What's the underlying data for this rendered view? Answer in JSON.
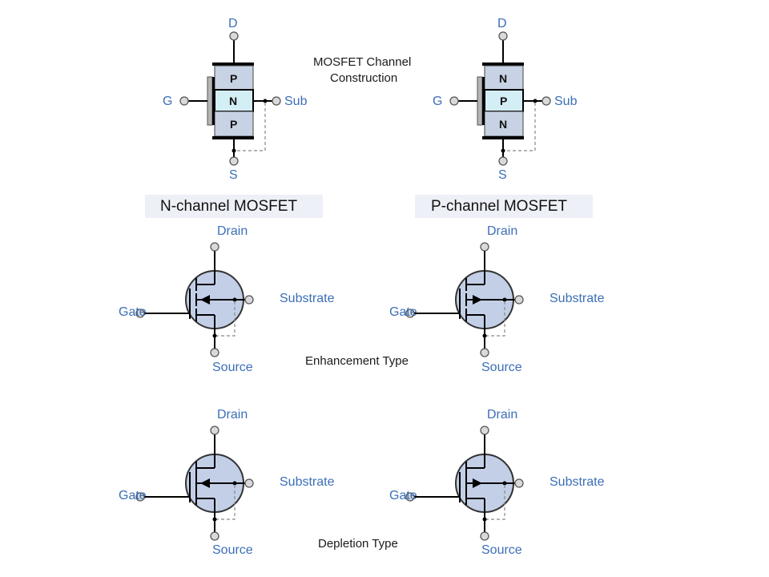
{
  "construction": {
    "title_line1": "MOSFET Channel",
    "title_line2": "Construction",
    "n_channel": {
      "drain": "D",
      "gate": "G",
      "source": "S",
      "substrate": "Sub",
      "layers": [
        "P",
        "N",
        "P"
      ]
    },
    "p_channel": {
      "drain": "D",
      "gate": "G",
      "source": "S",
      "substrate": "Sub",
      "layers": [
        "N",
        "P",
        "N"
      ]
    }
  },
  "headers": {
    "n_channel": "N-channel MOSFET",
    "p_channel": "P-channel MOSFET"
  },
  "symbols": {
    "drain": "Drain",
    "gate": "Gate",
    "source": "Source",
    "substrate": "Substrate",
    "enhancement_label": "Enhancement Type",
    "depletion_label": "Depletion Type"
  }
}
